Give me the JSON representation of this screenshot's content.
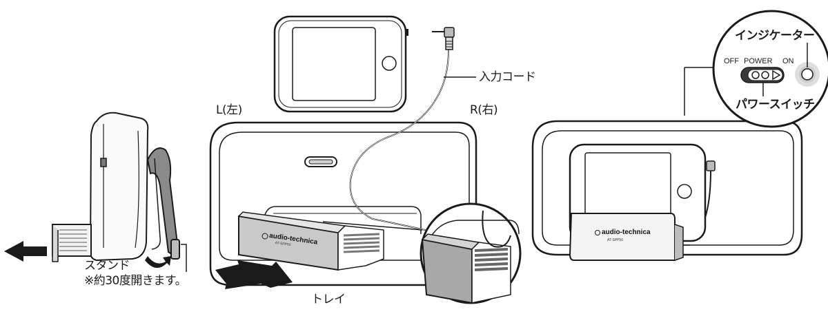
{
  "labels": {
    "left_speaker": "L(左)",
    "right_speaker": "R(右)",
    "input_cord": "入力コード",
    "indicator": "インジケーター",
    "power_switch": "パワースイッチ",
    "stand": "スタンド",
    "stand_note": "※約30度開きます。",
    "tray": "トレイ"
  },
  "switch": {
    "off": "OFF",
    "power": "POWER",
    "on": "ON"
  },
  "product": {
    "brand": "audio-technica",
    "model": "AT-SPP50"
  }
}
